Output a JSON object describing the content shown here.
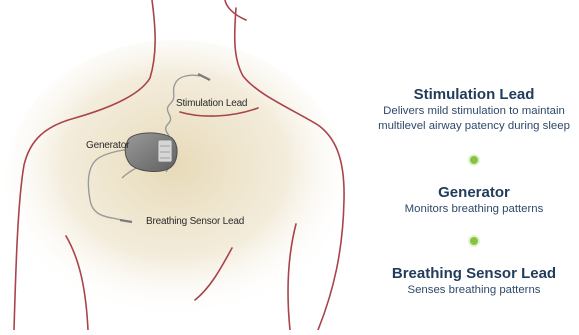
{
  "diagram_labels": {
    "stimulation_lead": "Stimulation Lead",
    "generator": "Generator",
    "breathing_sensor_lead": "Breathing Sensor Lead"
  },
  "legend": {
    "items": [
      {
        "title": "Stimulation Lead",
        "description_lines": [
          "Delivers mild stimulation to maintain",
          "multilevel airway patency during sleep"
        ]
      },
      {
        "title": "Generator",
        "description_lines": [
          "Monitors breathing patterns"
        ]
      },
      {
        "title": "Breathing Sensor Lead",
        "description_lines": [
          "Senses breathing patterns"
        ]
      }
    ],
    "dot_color": "#84c441"
  },
  "colors": {
    "body_outline": "#a8444a",
    "body_shading": "#e9dcbc",
    "lead_wire": "#9a9a9a",
    "heading": "#223d5c",
    "text": "#2d4a6a"
  }
}
